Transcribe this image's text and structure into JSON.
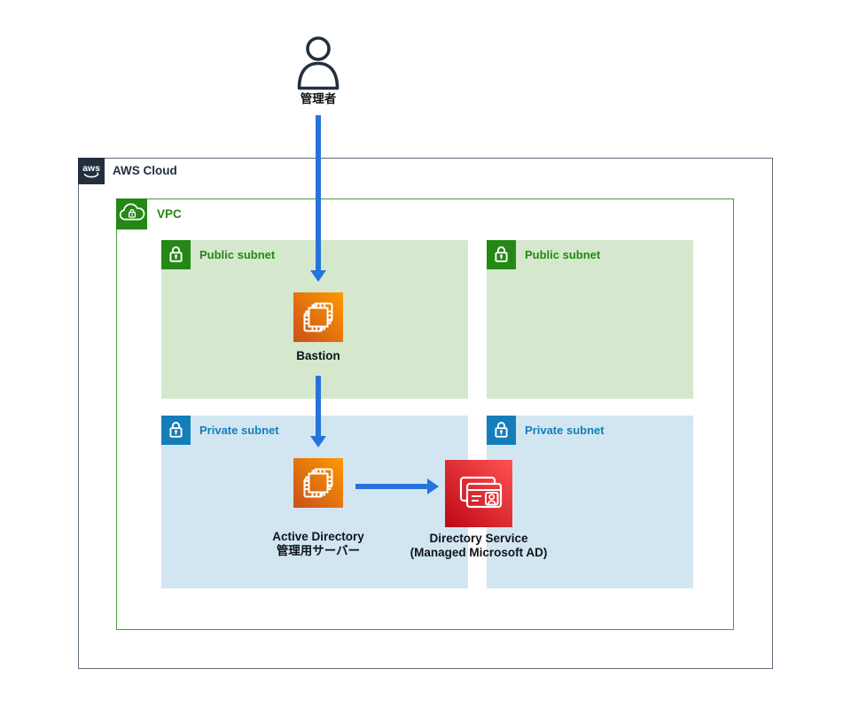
{
  "colors": {
    "dark": "#232F3E",
    "text": "#0F1419",
    "green": "#248814",
    "green_fill": "#D5E8CE",
    "blue": "#147EBA",
    "blue_fill": "#D2E6F2",
    "arrow": "#2673DC",
    "vpc_border": "#4C9A3F",
    "cloud_border": "#5F6B7A",
    "ec2_a": "#C8511B",
    "ec2_b": "#FF9900",
    "ds_a": "#BD0816",
    "ds_b": "#FF5252"
  },
  "actor": {
    "label": "管理者"
  },
  "aws_cloud": {
    "label": "AWS Cloud"
  },
  "vpc": {
    "label": "VPC"
  },
  "subnets": {
    "public_left": {
      "label": "Public subnet"
    },
    "public_right": {
      "label": "Public subnet"
    },
    "private_left": {
      "label": "Private subnet"
    },
    "private_right": {
      "label": "Private subnet"
    }
  },
  "nodes": {
    "bastion": {
      "label": "Bastion"
    },
    "ad_server": {
      "line1": "Active Directory",
      "line2": "管理用サーバー"
    },
    "directory_service": {
      "line1": "Directory Service",
      "line2": "(Managed Microsoft AD)"
    }
  },
  "icons": {
    "user": "person-outline",
    "aws_cloud": "aws-logo-smile",
    "vpc": "cloud-with-lock",
    "public_subnet": "padlock",
    "private_subnet": "padlock",
    "bastion": "ec2-instance-chip",
    "ad_server": "ec2-instance-chip",
    "directory_service": "id-card"
  },
  "connections": [
    {
      "from": "administrator",
      "to": "bastion",
      "direction": "down"
    },
    {
      "from": "bastion",
      "to": "ad-server",
      "direction": "down"
    },
    {
      "from": "ad-server",
      "to": "directory-service",
      "direction": "right"
    }
  ]
}
